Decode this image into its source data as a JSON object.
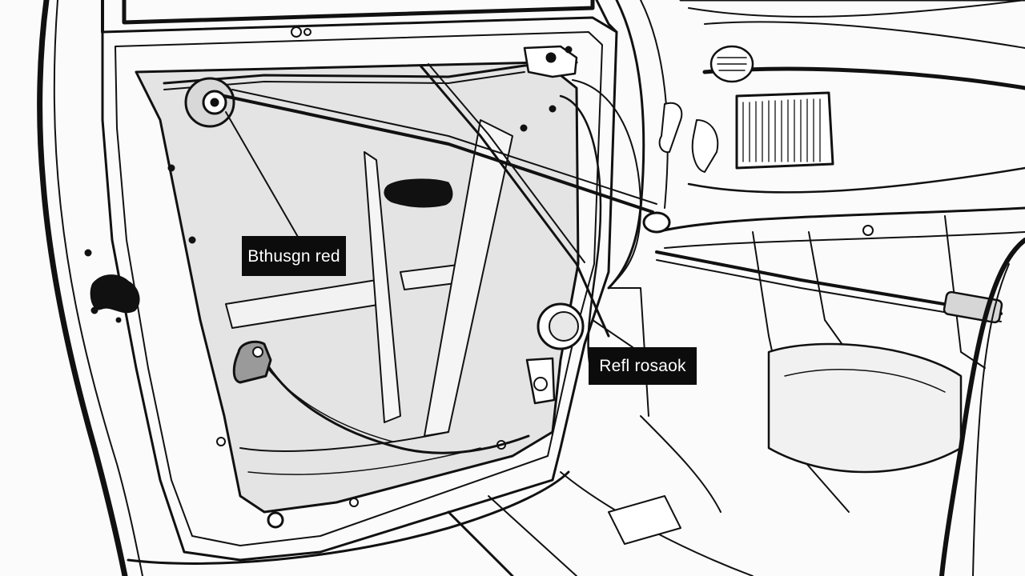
{
  "diagram": {
    "subject": "car door inner panel with window regulator cable assembly",
    "line_color": "#111111",
    "panel_shade": "#e4e4e4",
    "callouts": [
      {
        "id": "callout-1",
        "label": "Bthusgn red"
      },
      {
        "id": "callout-2",
        "label": "Refl rosaok"
      }
    ]
  }
}
